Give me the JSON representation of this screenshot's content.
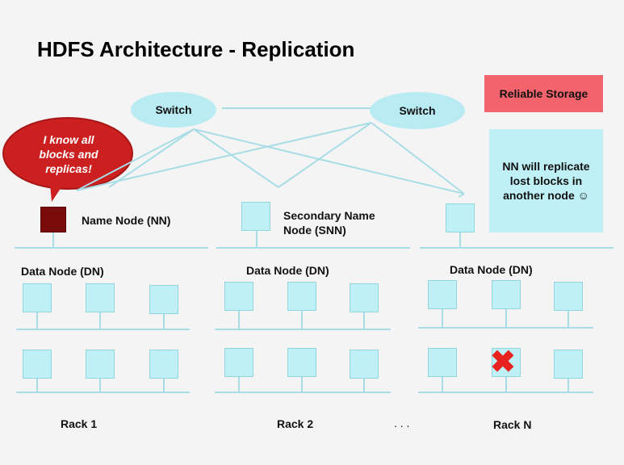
{
  "title": "HDFS Architecture - Replication",
  "switches": [
    "Switch",
    "Switch"
  ],
  "callout": "I know all\nblocks and\nreplicas!",
  "name_node_label": "Name Node (NN)",
  "secondary_node_label": "Secondary Name\nNode (SNN)",
  "reliable_storage": "Reliable Storage",
  "note": "NN will replicate\nlost blocks in\nanother node ☺",
  "data_node_label": "Data Node (DN)",
  "racks": [
    "Rack 1",
    "Rack 2",
    "Rack N"
  ],
  "ellipsis": ". . .",
  "colors": {
    "node_fill": "#bff0f5",
    "name_node": "#7a0b0b",
    "callout": "#cc1f1f",
    "reliable_storage": "#f2636b",
    "failed_mark": "#e8231f"
  }
}
